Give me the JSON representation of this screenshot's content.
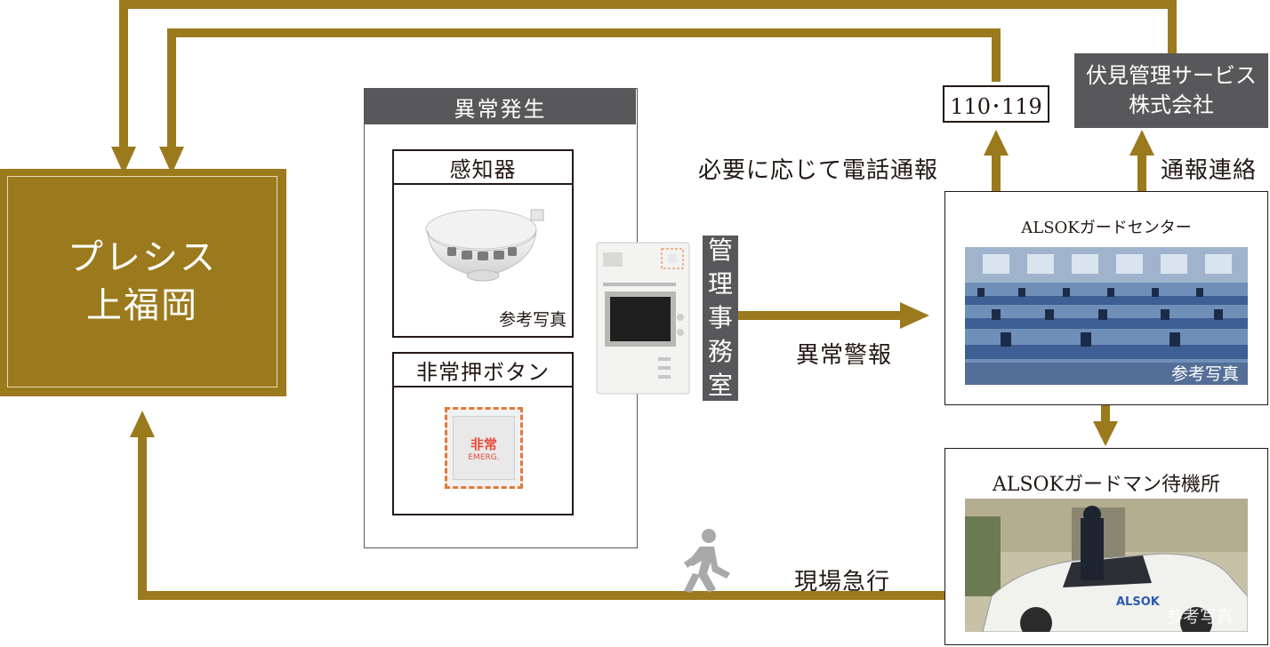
{
  "colors": {
    "arrow": "#9b7a1d",
    "dark_gray": "#58585a",
    "ink": "#231815",
    "alarm_orange": "#e07b39"
  },
  "building": {
    "name_line1": "プレシス",
    "name_line2": "上福岡"
  },
  "incident": {
    "title": "異常発生",
    "detector": {
      "title": "感知器",
      "note": "参考写真"
    },
    "emergency_button": {
      "title": "非常押ボタン",
      "button_text_jp": "非常",
      "button_text_en": "EMERG."
    }
  },
  "management_office": {
    "label": "管理事務室"
  },
  "flow_labels": {
    "phone_if_needed": "必要に応じて電話通報",
    "abnormal_alarm": "異常警報",
    "notify_contact": "通報連絡",
    "rush_to_site": "現場急行"
  },
  "emergency_numbers": "110･119",
  "management_company": {
    "line1": "伏見管理サービス",
    "line2": "株式会社"
  },
  "guard_center": {
    "title": "ALSOKガードセンター",
    "note": "参考写真"
  },
  "guard_station": {
    "title": "ALSOKガードマン待機所",
    "note": "参考写真",
    "car_logo": "ALSOK"
  },
  "icons": {
    "runner": "running-person-icon"
  }
}
